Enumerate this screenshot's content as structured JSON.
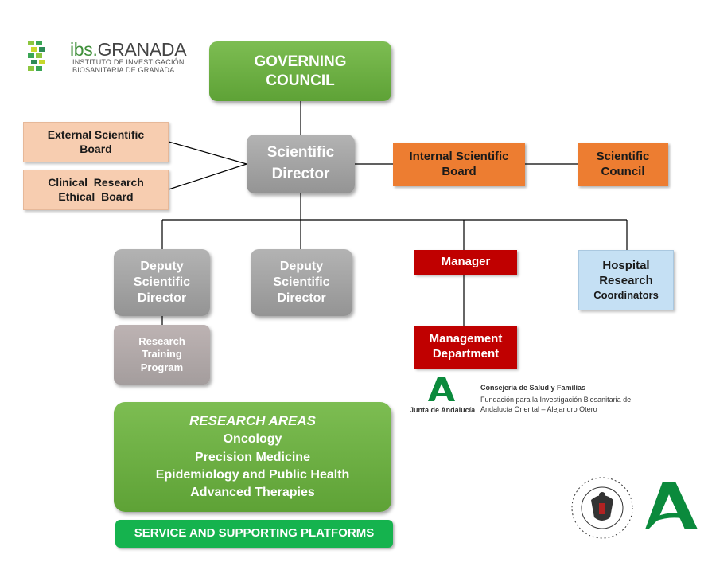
{
  "logo": {
    "brand_prefix": "ibs.",
    "brand_name": "GRANADA",
    "subtitle_line1": "INSTITUTO DE INVESTIGACIÓN",
    "subtitle_line2": "BIOSANITARIA DE GRANADA"
  },
  "nodes": {
    "governing_council": [
      "GOVERNING",
      "COUNCIL"
    ],
    "scientific_director": [
      "Scientific",
      "Director"
    ],
    "external_scientific_board": [
      "External Scientific",
      "Board"
    ],
    "clinical_research_board": [
      "Clinical  Research",
      "Ethical  Board"
    ],
    "internal_scientific_board": [
      "Internal Scientific",
      "Board"
    ],
    "scientific_council": [
      "Scientific",
      "Council"
    ],
    "deputy_director_1": [
      "Deputy",
      "Scientific",
      "Director"
    ],
    "deputy_director_2": [
      "Deputy",
      "Scientific",
      "Director"
    ],
    "research_training_program": [
      "Research",
      "Training",
      "Program"
    ],
    "manager": "Manager",
    "management_department": [
      "Management",
      "Department"
    ],
    "hospital_research_coordinators": [
      "Hospital",
      "Research",
      "Coordinators"
    ],
    "research_areas": {
      "title": "RESEARCH AREAS",
      "items": [
        "Oncology",
        "Precision Medicine",
        "Epidemiology and Public Health",
        "Advanced Therapies"
      ]
    },
    "service_platforms": "SERVICE AND SUPPORTING PLATFORMS"
  },
  "junta": {
    "name": "Junta de Andalucía",
    "consejeria": "Consejería de Salud y Familias",
    "fundacion_line1": "Fundación para la Investigación Biosanitaria de",
    "fundacion_line2": "Andalucía Oriental – Alejandro Otero"
  },
  "colors": {
    "green": "#6aae3f",
    "grey": "#a6a6a6",
    "peach": "#f7cdb0",
    "orange": "#ed7d31",
    "red": "#c00000",
    "light_blue": "#c5e0f4",
    "platform_green": "#15b34e"
  }
}
